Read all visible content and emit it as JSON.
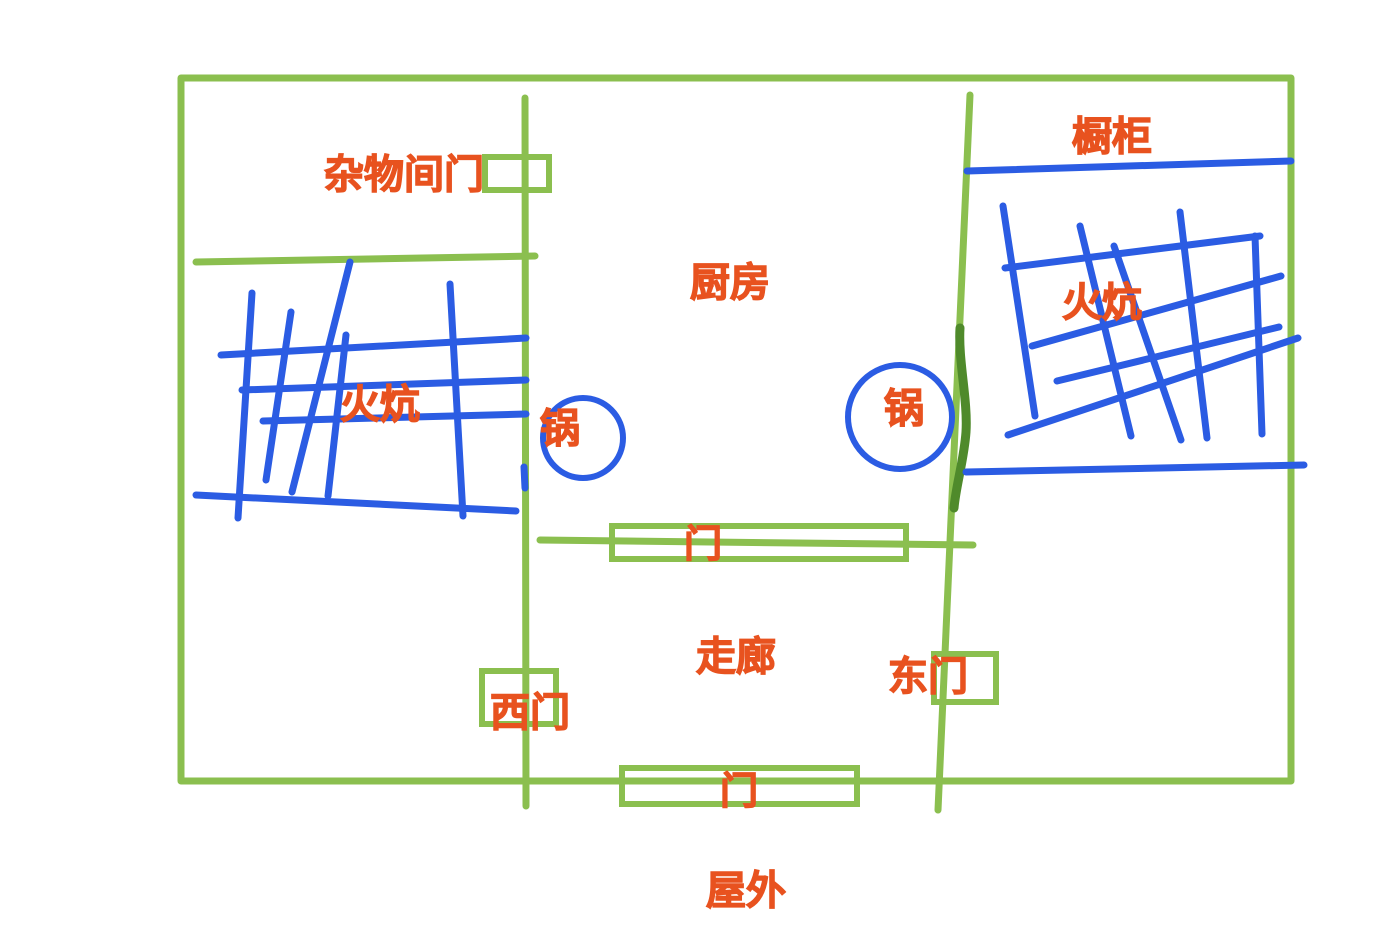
{
  "colors": {
    "wall": "#8bbf4f",
    "wall_dark": "#4f8a2b",
    "kang": "#2b5ce3",
    "label": "#e8521f",
    "background": "#ffffff"
  },
  "labels": {
    "storage_door": "杂物间门",
    "kitchen": "厨房",
    "cabinet": "橱柜",
    "left_kang": "火炕",
    "right_kang": "火炕",
    "left_pot": "锅",
    "right_pot": "锅",
    "kitchen_door": "门",
    "corridor": "走廊",
    "east_door": "东门",
    "west_door": "西门",
    "front_door": "门",
    "outside": "屋外"
  }
}
